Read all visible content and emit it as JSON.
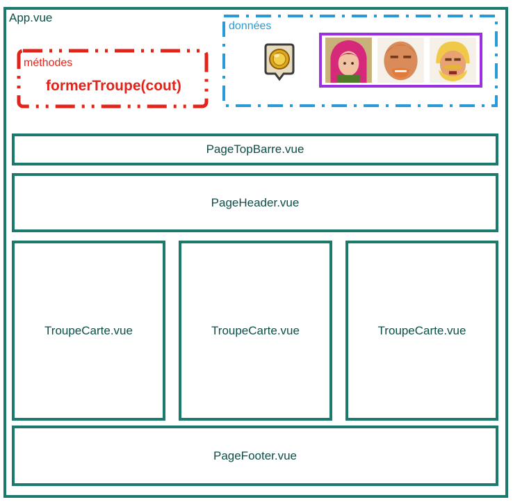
{
  "app": {
    "label": "App.vue"
  },
  "methods": {
    "label": "méthodes",
    "function": "formerTroupe(cout)"
  },
  "data_zone": {
    "label": "données",
    "icons": [
      "gold-coin-icon",
      "archer-icon",
      "giant-icon",
      "barbarian-icon"
    ]
  },
  "components": {
    "top_bar": "PageTopBarre.vue",
    "header": "PageHeader.vue",
    "cards": [
      "TroupeCarte.vue",
      "TroupeCarte.vue",
      "TroupeCarte.vue"
    ],
    "footer": "PageFooter.vue"
  },
  "colors": {
    "component": "#1a7a6e",
    "methods": "#e2231a",
    "data": "#2a9ad6",
    "troops_frame": "#9b30e0"
  }
}
